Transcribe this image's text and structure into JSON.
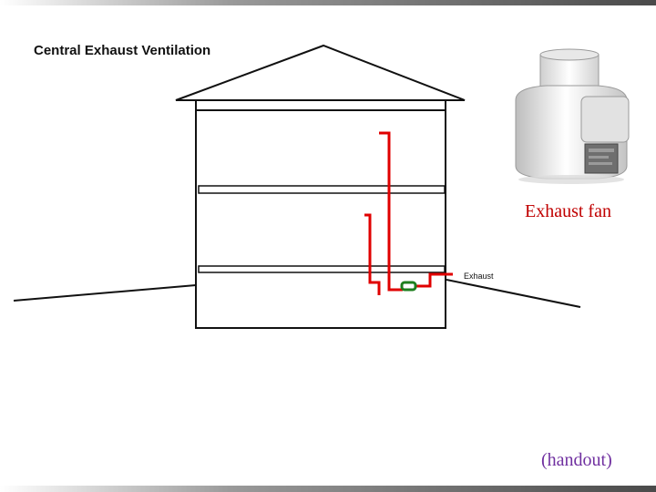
{
  "title": "Central Exhaust Ventilation",
  "labels": {
    "exhaust": "Exhaust",
    "fan_caption": "Exhaust fan",
    "handout": "(handout)"
  },
  "colors": {
    "duct": "#e00000",
    "fan_symbol": "#1e7e1e",
    "fan_caption": "#c00000",
    "handout": "#7030a0",
    "outline": "#111111"
  },
  "icons": {
    "fan_photo": "inline-fan-icon"
  }
}
